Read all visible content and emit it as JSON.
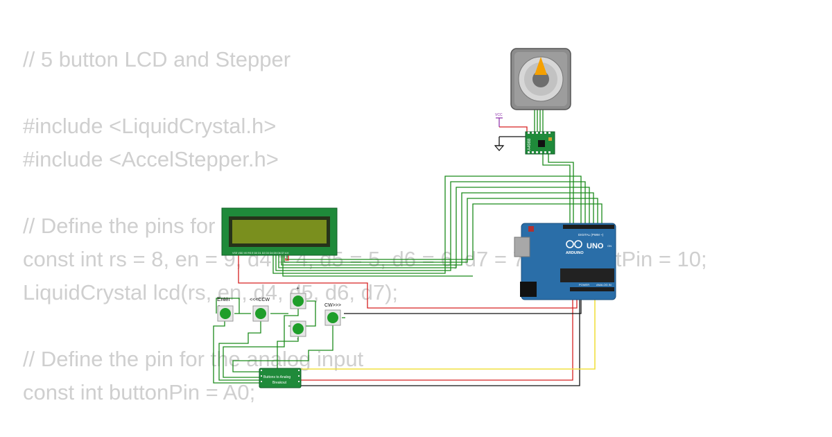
{
  "code_lines": [
    "// 5 button LCD and Stepper",
    "",
    "#include <LiquidCrystal.h>",
    "#include <AccelStepper.h>",
    "",
    "// Define the pins for the LCD",
    "const int rs = 8, en = 9, d4 = 4, d5 = 5, d6 = 6, d7 = 7, backlightPin = 10;",
    "LiquidCrystal lcd(rs, en, d4, d5, d6, d7);",
    "",
    "// Define the pin for the analog input",
    "const int buttonPin = A0;"
  ],
  "components": {
    "driver_label": "A4988",
    "vcc_label": "VCC",
    "arduino": {
      "brand": "ARDUINO",
      "model": "UNO",
      "digital_label": "DIGITAL (PWM ~)",
      "power_label": "POWER",
      "analog_label": "ANALOG IN",
      "on_label": "ON"
    },
    "lcd_pins": "VSS VDD V0 RS E D0 D1 D2 D3 D4 D5 D6 D7 A K",
    "buttons": {
      "enter": "Enter",
      "ccw": "<<<CCW",
      "plus": "+",
      "cw": "CW>>>",
      "minus": "-"
    },
    "breakout": {
      "line1": "Buttons to Analog",
      "line2": "Breakout"
    }
  },
  "colors": {
    "code_text": "#cfcfcf",
    "wire_green": "#1a8a1a",
    "wire_red": "#d62020",
    "wire_black": "#111111",
    "wire_yellow": "#f0e040",
    "arduino_board": "#2a6ea8",
    "lcd_board": "#1f8a3a",
    "lcd_screen": "#7a8f1e",
    "button_cap": "#1f9e2a",
    "breakout_board": "#1f8a3a"
  }
}
